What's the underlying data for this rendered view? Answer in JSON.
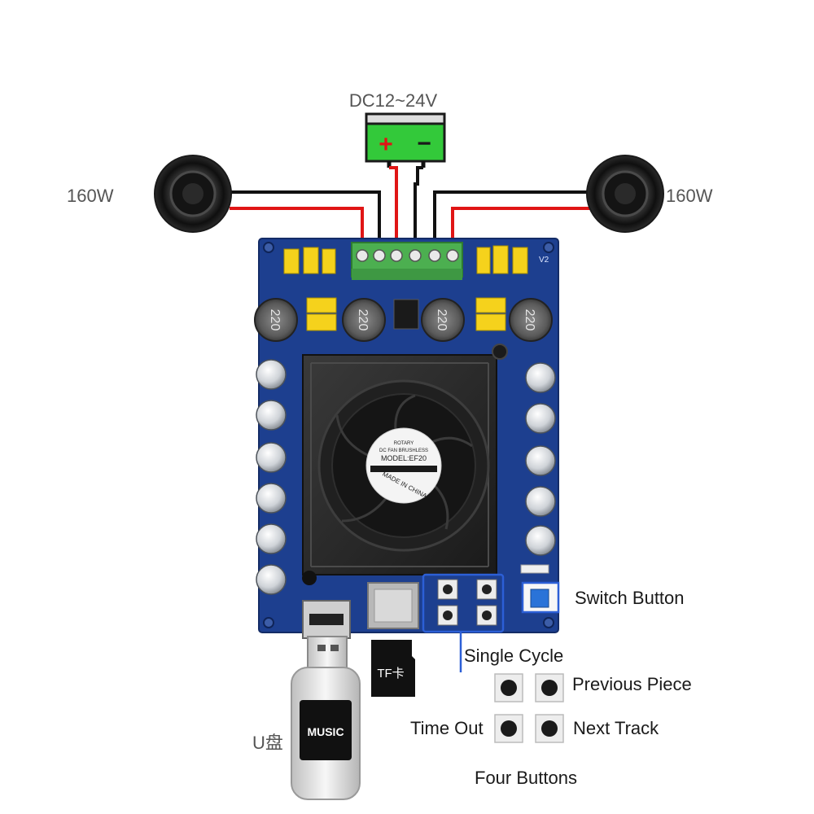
{
  "power": {
    "label": "DC12~24V",
    "plus": "+",
    "minus": "−"
  },
  "speakers": {
    "left_label": "160W",
    "right_label": "160W"
  },
  "fan": {
    "line1": "ROTARY",
    "line2": "DC FAN BRUSHLESS",
    "line3": "MODEL:EF20",
    "line4": "MADE IN CHINA"
  },
  "inductor_text": "220",
  "board_mark": "V2",
  "labels": {
    "switch_button": "Switch Button",
    "single_cycle": "Single Cycle",
    "previous_piece": "Previous Piece",
    "time_out": "Time Out",
    "next_track": "Next Track",
    "four_buttons": "Four Buttons",
    "usb_drive": "U盘",
    "tf_card": "TF卡",
    "usb_screen": "MUSIC"
  },
  "colors": {
    "board": "#1d3f8f",
    "terminal": "#4caf50",
    "battery": "#33c93a",
    "wire_red": "#e01515",
    "wire_black": "#111111",
    "annotation_blue": "#2c5fd6"
  }
}
